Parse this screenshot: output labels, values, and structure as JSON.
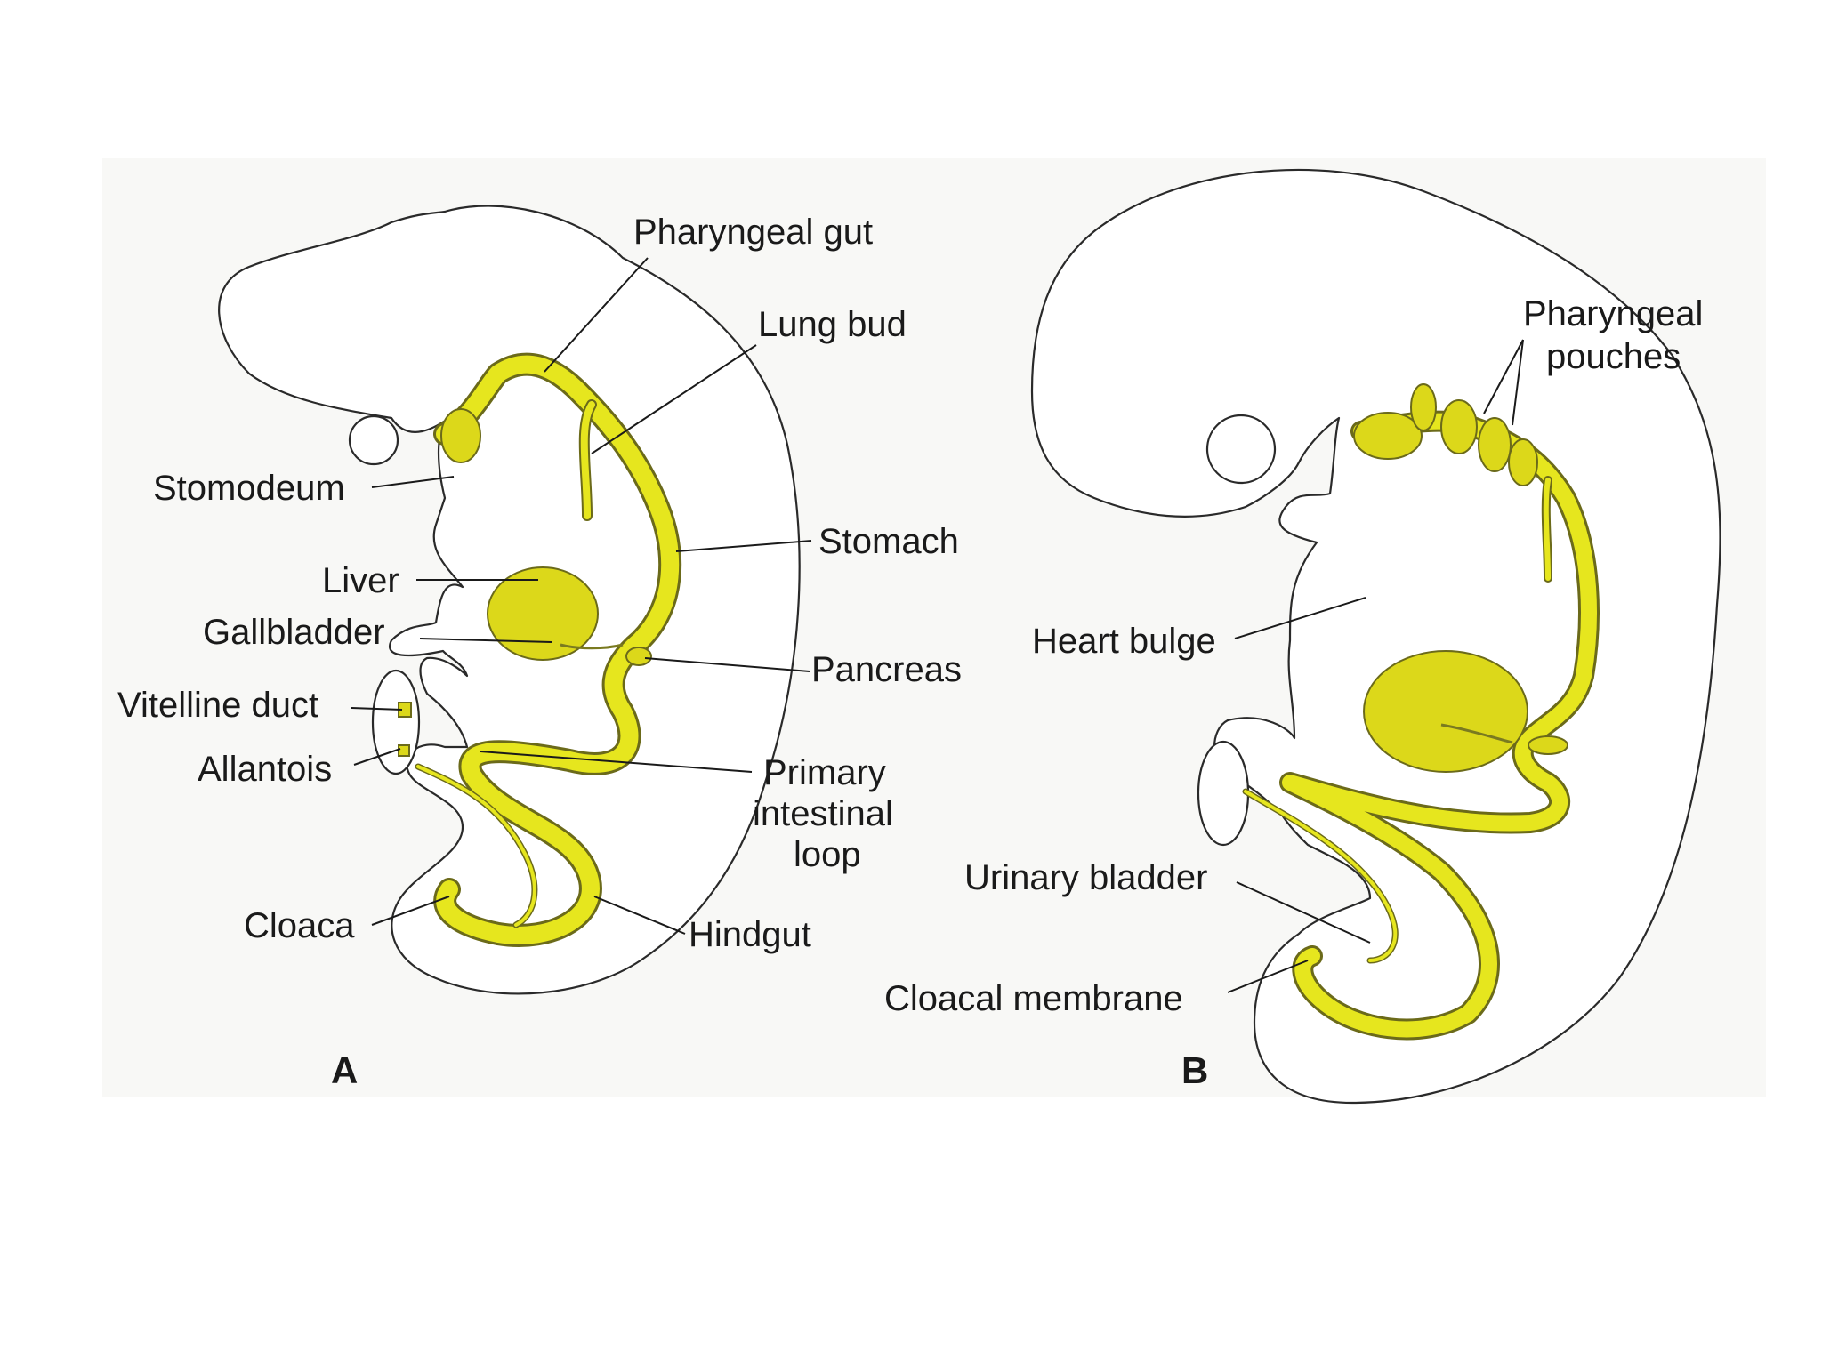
{
  "panels": [
    {
      "letter": "A",
      "labels": {
        "pharyngeal_gut": "Pharyngeal gut",
        "lung_bud": "Lung bud",
        "stomodeum": "Stomodeum",
        "stomach": "Stomach",
        "liver": "Liver",
        "gallbladder": "Gallbladder",
        "pancreas": "Pancreas",
        "vitelline_duct": "Vitelline duct",
        "allantois": "Allantois",
        "primary_intestinal_loop": [
          "Primary",
          "intestinal",
          "loop"
        ],
        "cloaca": "Cloaca",
        "hindgut": "Hindgut"
      }
    },
    {
      "letter": "B",
      "labels": {
        "pharyngeal_pouches": [
          "Pharyngeal",
          "pouches"
        ],
        "heart_bulge": "Heart bulge",
        "urinary_bladder": "Urinary bladder",
        "cloacal_membrane": "Cloacal membrane"
      }
    }
  ],
  "colors": {
    "gut": "#e6e61e",
    "outline": "#2a2a2a",
    "background": "#ffffff"
  }
}
